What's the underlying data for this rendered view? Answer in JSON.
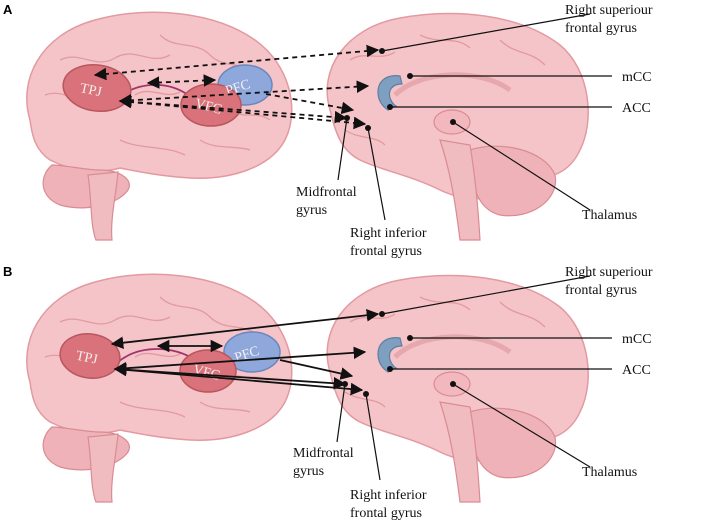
{
  "panels": [
    {
      "letter": "A",
      "regions": {
        "tpj": "TPJ",
        "vfc": "VFC",
        "pfc": "PFC"
      },
      "labels": {
        "right_superior_l1": "Right superiour",
        "right_superior_l2": "frontal gyrus",
        "mcc": "mCC",
        "acc": "ACC",
        "thalamus": "Thalamus",
        "midfrontal_l1": "Midfrontal",
        "midfrontal_l2": "gyrus",
        "right_inferior_l1": "Right inferior",
        "right_inferior_l2": "frontal gyrus"
      }
    },
    {
      "letter": "B",
      "regions": {
        "tpj": "TPJ",
        "vfc": "VFC",
        "pfc": "PFC"
      },
      "labels": {
        "right_superior_l1": "Right superiour",
        "right_superior_l2": "frontal gyrus",
        "mcc": "mCC",
        "acc": "ACC",
        "thalamus": "Thalamus",
        "midfrontal_l1": "Midfrontal",
        "midfrontal_l2": "gyrus",
        "right_inferior_l1": "Right inferior",
        "right_inferior_l2": "frontal gyrus"
      }
    }
  ],
  "colors": {
    "brain": "#f5c4c8",
    "brain_fold": "#e29aa0",
    "cerebellum": "#efb2b8",
    "stem": "#f0bcc0",
    "tpj": "#d9727a",
    "vfc": "#d9727a",
    "pfc": "#8fa8db",
    "cingulate": "#7f9fc0",
    "link": "#a0336a",
    "arrow": "#111111"
  },
  "icons": [
    "lateral-brain-illustration",
    "sagittal-brain-illustration"
  ]
}
